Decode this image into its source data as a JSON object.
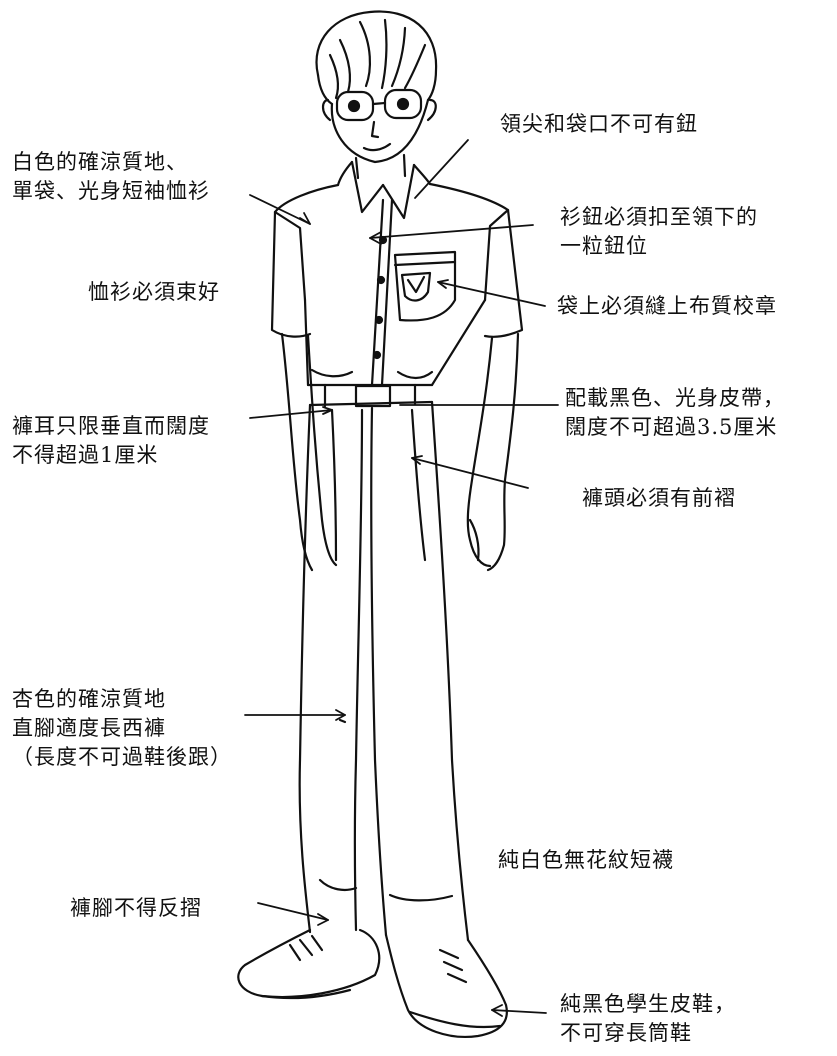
{
  "labels": {
    "collar": {
      "lines": [
        "領尖和袋口不可有鈕"
      ]
    },
    "shirt_material": {
      "lines": [
        "白色的確涼質地、",
        "單袋、光身短袖恤衫"
      ]
    },
    "button": {
      "lines": [
        "衫鈕必須扣至領下的",
        "一粒鈕位"
      ]
    },
    "tuck_in": {
      "lines": [
        "恤衫必須束好"
      ]
    },
    "badge": {
      "lines": [
        "袋上必須縫上布質校章"
      ]
    },
    "belt": {
      "lines": [
        "配載黑色、光身皮帶，",
        "闊度不可超過3.5厘米"
      ]
    },
    "belt_loop": {
      "lines": [
        "褲耳只限垂直而闊度",
        "不得超過1厘米"
      ]
    },
    "pleats": {
      "lines": [
        "褲頭必須有前褶"
      ]
    },
    "trousers": {
      "lines": [
        "杏色的確涼質地",
        "直腳適度長西褲",
        "（長度不可過鞋後跟）"
      ]
    },
    "socks": {
      "lines": [
        "純白色無花紋短襪"
      ]
    },
    "hem": {
      "lines": [
        "褲腳不得反摺"
      ]
    },
    "shoes": {
      "lines": [
        "純黑色學生皮鞋，",
        "不可穿長筒鞋"
      ]
    }
  },
  "colors": {
    "ink": "#111111",
    "paper": "#ffffff"
  }
}
